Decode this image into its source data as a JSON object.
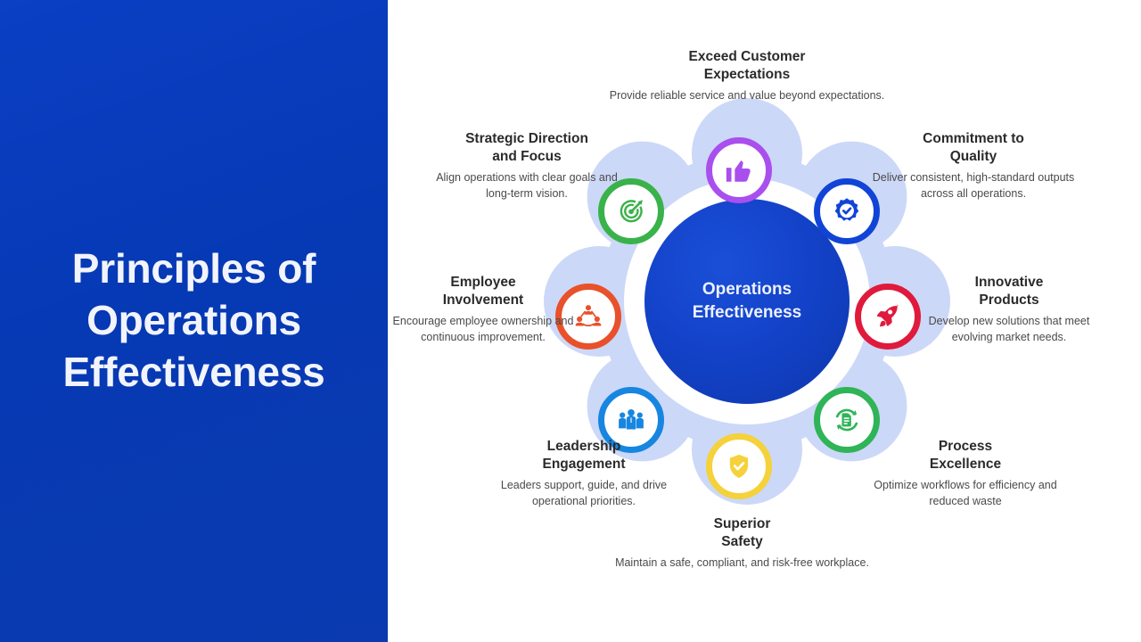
{
  "title": {
    "text": "Principles of\nOperations\nEffectiveness"
  },
  "hub": {
    "label": "Operations\nEffectiveness"
  },
  "colors": {
    "panel_blue": "#0b3fc4",
    "hub_blue": "#1342c8",
    "petal_lavender": "#ccd8f7",
    "node_purple": "#a94fee",
    "node_green": "#3ab24a",
    "node_blue_dark": "#1144d6",
    "node_orange": "#e8512a",
    "node_red": "#e01a3c",
    "node_blue_light": "#1786e0",
    "node_green_bright": "#2fb457",
    "node_yellow": "#f5d13b"
  },
  "nodes": [
    {
      "id": "exceed-customer-expectations",
      "icon": "thumbs-up-icon",
      "color": "#a94fee",
      "heading": "Exceed Customer\nExpectations",
      "body": "Provide reliable service and value beyond expectations."
    },
    {
      "id": "commitment-to-quality",
      "icon": "quality-seal-check-icon",
      "color": "#1144d6",
      "heading": "Commitment to\nQuality",
      "body": "Deliver consistent, high-standard outputs across all operations."
    },
    {
      "id": "innovative-products",
      "icon": "rocket-icon",
      "color": "#e01a3c",
      "heading": "Innovative\nProducts",
      "body": "Develop new solutions that meet evolving market needs."
    },
    {
      "id": "process-excellence",
      "icon": "document-refresh-icon",
      "color": "#2fb457",
      "heading": "Process\nExcellence",
      "body": "Optimize workflows for efficiency and reduced waste"
    },
    {
      "id": "superior-safety",
      "icon": "shield-check-icon",
      "color": "#f5d13b",
      "heading": "Superior\nSafety",
      "body": "Maintain a safe, compliant, and risk-free workplace."
    },
    {
      "id": "leadership-engagement",
      "icon": "people-group-icon",
      "color": "#1786e0",
      "heading": "Leadership\nEngagement",
      "body": "Leaders support, guide, and drive operational priorities."
    },
    {
      "id": "employee-involvement",
      "icon": "people-network-icon",
      "color": "#e8512a",
      "heading": "Employee\nInvolvement",
      "body": "Encourage employee ownership and continuous improvement."
    },
    {
      "id": "strategic-direction-and-focus",
      "icon": "target-arrow-icon",
      "color": "#3ab24a",
      "heading": "Strategic Direction\nand Focus",
      "body": "Align operations with clear goals and long-term vision."
    }
  ]
}
